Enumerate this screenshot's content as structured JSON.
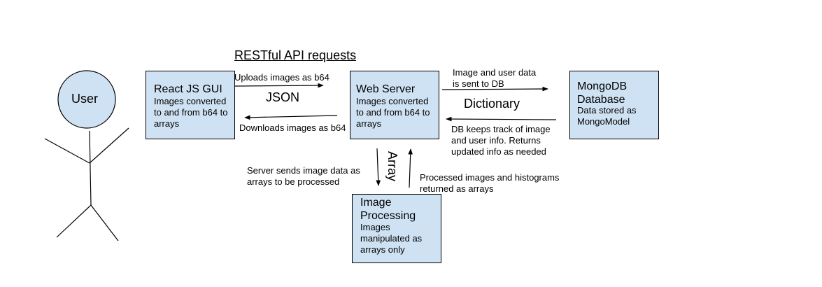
{
  "user": {
    "label": "User"
  },
  "header": {
    "title": "RESTful API requests"
  },
  "boxes": {
    "react": {
      "title": "React JS GUI",
      "body": "Images converted\nto and from b64 to\narrays"
    },
    "web": {
      "title": "Web Server",
      "body": "Images converted\nto and from b64 to\narrays"
    },
    "mongo": {
      "title": "MongoDB\nDatabase",
      "body": "Data stored as\nMongoModel"
    },
    "proc": {
      "title": "Image\nProcessing",
      "body": "Images\nmanipulated as\narrays only"
    }
  },
  "labels": {
    "uploads": "Uploads images as b64",
    "json": "JSON",
    "downloads": "Downloads images as b64",
    "to_db": "Image and user data\nis sent to DB",
    "dictionary": "Dictionary",
    "db_tracks": "DB keeps track of image\nand user info. Returns\nupdated info as needed",
    "server_sends": "Server sends image data as\narrays to be processed",
    "array": "Array",
    "returned": "Processed images and histograms\nreturned as arrays"
  }
}
